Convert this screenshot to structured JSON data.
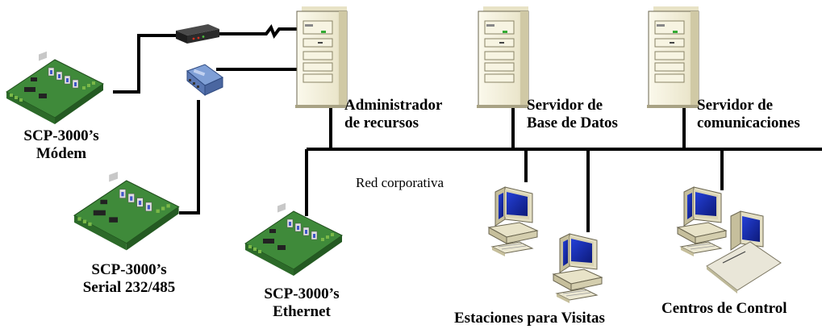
{
  "labels": {
    "scp_modem": [
      "SCP-3000’s",
      "Módem"
    ],
    "scp_serial": [
      "SCP-3000’s",
      "Serial 232/485"
    ],
    "scp_ethernet": [
      "SCP-3000’s",
      "Ethernet"
    ],
    "admin": [
      "Administrador",
      "de recursos"
    ],
    "db": [
      "Servidor de",
      "Base de Datos"
    ],
    "comm": [
      "Servidor de",
      "comunicaciones"
    ],
    "network": "Red corporativa",
    "visits": "Estaciones para Visitas",
    "control": "Centros de Control"
  },
  "colors": {
    "line": "#000000",
    "board": "#3f8a3a",
    "board_dark": "#2c6a29",
    "tower": "#f3f0de",
    "tower_shade": "#d9d3b3",
    "screen": "#1c2fb0",
    "modem": "#2b2b2b",
    "modem_led": "#d03020",
    "converter": "#6e8fc8"
  }
}
